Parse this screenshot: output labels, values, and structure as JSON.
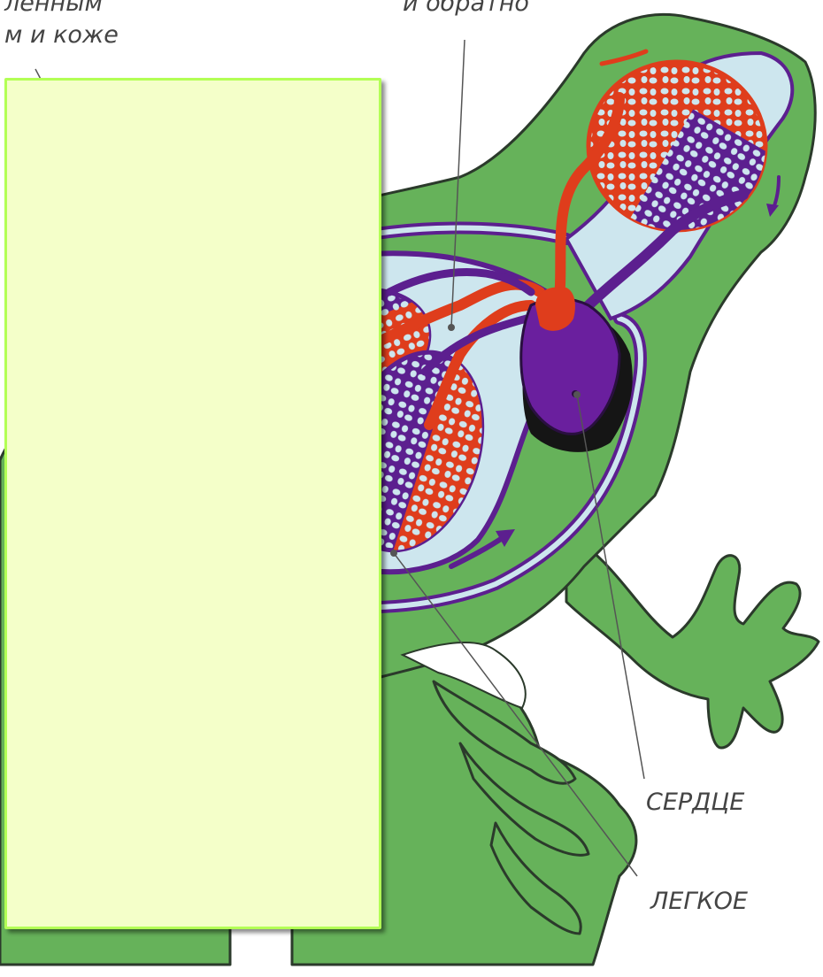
{
  "diagram": {
    "subject": "frog-circulatory-system",
    "colors": {
      "body": "#66b25a",
      "outline": "#2b3a2b",
      "organ_fill": "#cde6ee",
      "venous": "#5c1f8f",
      "arterial": "#df3d1c",
      "heart": "#6a1f9e"
    },
    "captions": {
      "top_left_line1": "ленным",
      "top_left_line2": "м и коже",
      "top_center": "и обратно",
      "heart": "СЕРДЦЕ",
      "lung": "ЛЕГКОЕ"
    }
  }
}
